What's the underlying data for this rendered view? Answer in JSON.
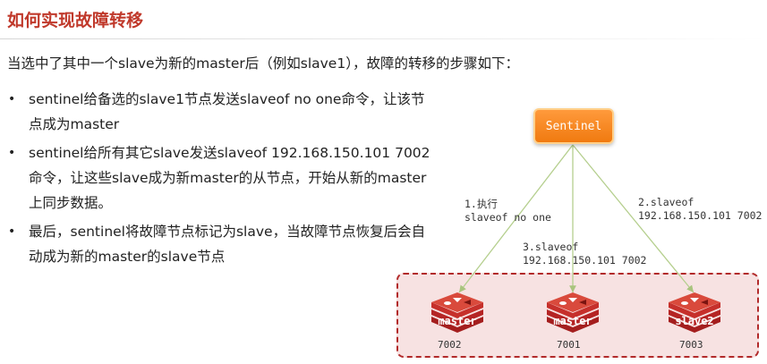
{
  "title": "如何实现故障转移",
  "intro": "当选中了其中一个slave为新的master后（例如slave1），故障的转移的步骤如下：",
  "bullets": [
    {
      "marker": "•",
      "text": "sentinel给备选的slave1节点发送slaveof no one命令，让该节点成为master"
    },
    {
      "marker": "•",
      "text": "sentinel给所有其它slave发送slaveof 192.168.150.101 7002 命令，让这些slave成为新master的从节点，开始从新的master上同步数据。"
    },
    {
      "marker": "•",
      "text": "最后，sentinel将故障节点标记为slave，当故障节点恢复后会自动成为新的master的slave节点"
    }
  ],
  "diagram": {
    "sentinel_label": "Sentinel",
    "step1_line1": "1.执行",
    "step1_line2": "slaveof no one",
    "step2_line1": "2.slaveof",
    "step2_line2": "192.168.150.101 7002",
    "step3_line1": "3.slaveof",
    "step3_line2": "192.168.150.101 7002",
    "nodes": [
      {
        "label": "master",
        "port": "7002",
        "icon": "redis-icon"
      },
      {
        "label": "master",
        "port": "7001",
        "icon": "redis-icon"
      },
      {
        "label": "slave2",
        "port": "7003",
        "icon": "redis-icon"
      }
    ],
    "colors": {
      "sentinel": "#f5841f",
      "box_border": "#b22a2a",
      "box_fill": "#f7e2e2",
      "arrow": "#b5cf8e",
      "redis": "#c6302b",
      "title": "#c0392b"
    }
  }
}
